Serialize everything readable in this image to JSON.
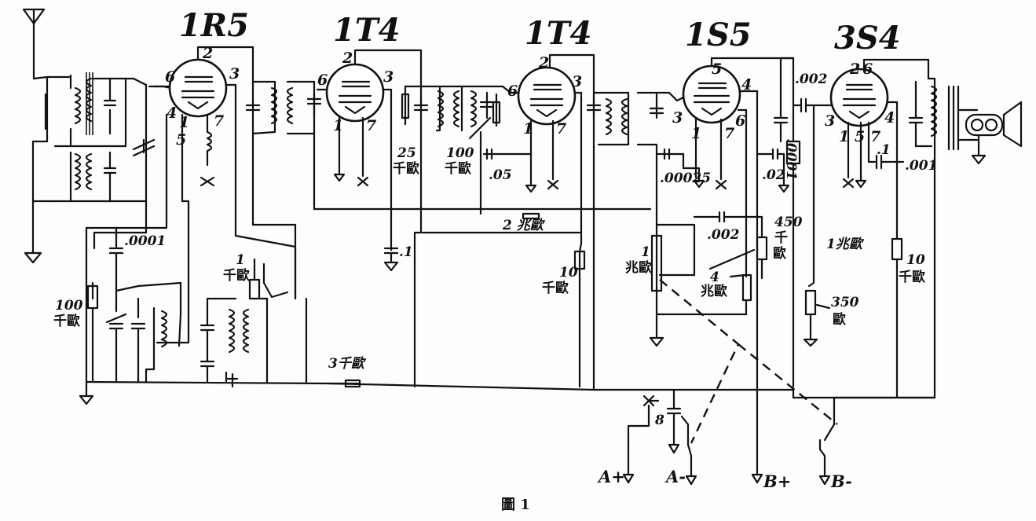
{
  "tubes": [
    {
      "name": "1R5"
    },
    {
      "name": "1T4"
    },
    {
      "name": "1T4"
    },
    {
      "name": "1S5"
    },
    {
      "name": "3S4"
    }
  ],
  "pins": {
    "t1": [
      "2",
      "6",
      "3",
      "4",
      "1",
      "5",
      "7"
    ],
    "t2": [
      "2",
      "6",
      "3",
      "1",
      "7"
    ],
    "t3": [
      "2",
      "6",
      "3",
      "1",
      "7"
    ],
    "t4": [
      "5",
      "4",
      "3",
      "6",
      "1",
      "7"
    ],
    "t5": [
      "2",
      "6",
      "3",
      "4",
      "1",
      "5",
      "7"
    ]
  },
  "components": {
    "r_25k": "25",
    "r_25k_unit": "千歐",
    "r_100k_a": "100",
    "r_100k_a_unit": "千歐",
    "c_05": ".05",
    "c_00025": ".00025",
    "c_02": ".02",
    "c_0001_a": ".0001",
    "c_002_top": ".002",
    "c_001": ".001",
    "c_1_right": ".1",
    "c_1_left": ".1",
    "r_2meg": "2 兆歐",
    "c_0001_b": ".0001",
    "r_100k_b": "100",
    "r_100k_b_unit": "千歐",
    "r_1k": "1",
    "r_1k_unit": "千歐",
    "r_10k_a": "10",
    "r_10k_a_unit": "千歐",
    "r_1meg_vol": "1",
    "r_1meg_vol_unit": "兆歐",
    "c_002_mid": ".002",
    "r_450": "450",
    "r_450_unit1": "千",
    "r_450_unit2": "歐",
    "r_4meg": "4",
    "r_4meg_unit": "兆歐",
    "r_1meg_right": "1兆歐",
    "r_10k_b": "10",
    "r_10k_b_unit": "千歐",
    "r_350": "350",
    "r_350_unit": "歐",
    "r_3k": "3千歐",
    "c_8": "8"
  },
  "terminals": {
    "a_plus": "A+",
    "a_minus": "A-",
    "b_plus": "B+",
    "b_minus": "B-",
    "x_mark": "x"
  },
  "caption": "圖 1"
}
